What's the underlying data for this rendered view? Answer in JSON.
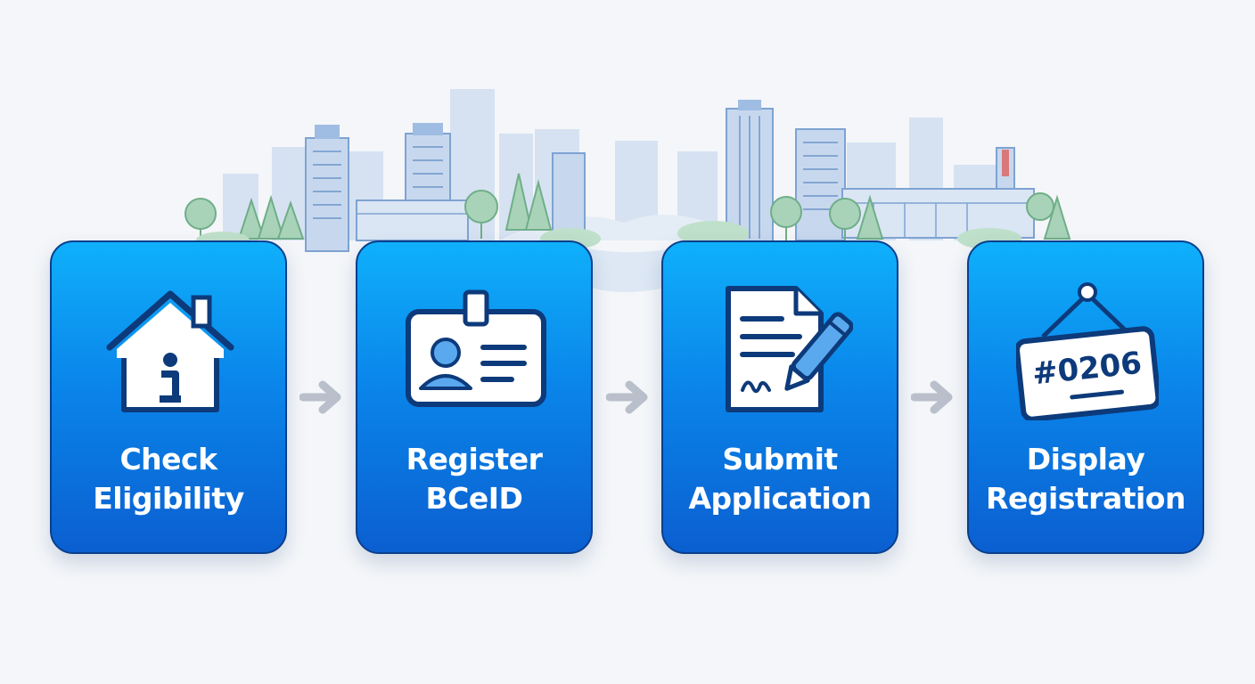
{
  "steps": [
    {
      "line1": "Check",
      "line2": "Eligibility",
      "icon": "house-info-icon"
    },
    {
      "line1": "Register",
      "line2": "BCeID",
      "icon": "id-badge-icon"
    },
    {
      "line1": "Submit",
      "line2": "Application",
      "icon": "document-pen-icon"
    },
    {
      "line1": "Display",
      "line2": "Registration",
      "icon": "registration-sign-icon"
    }
  ],
  "registration_sign": {
    "number": "#0206"
  },
  "colors": {
    "card_top": "#0fb0fb",
    "card_bottom": "#0b5fd0",
    "card_border": "#0a3f8c",
    "icon_stroke": "#0d3a7a",
    "arrow": "#b9c0cb",
    "background": "#f4f6f9"
  }
}
